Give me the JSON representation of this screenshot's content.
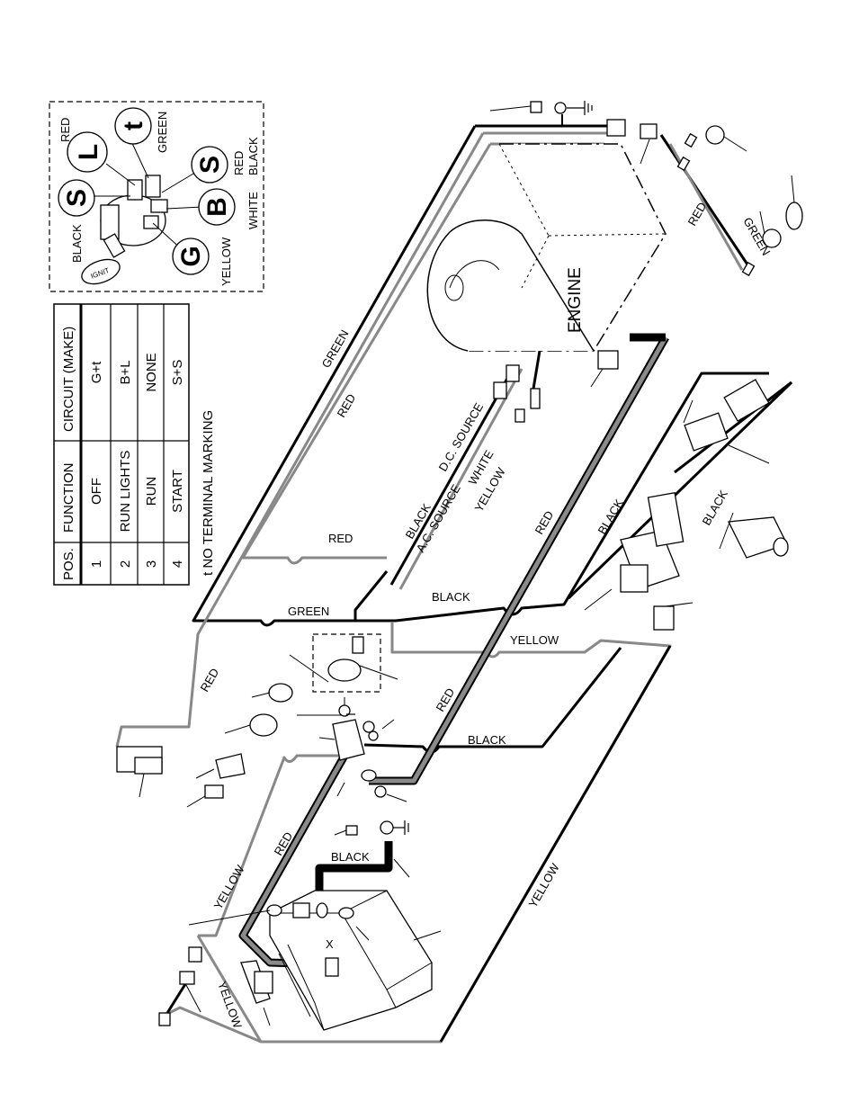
{
  "ignition_switch": {
    "terminals": {
      "L": "L",
      "t": "t",
      "S_top": "S",
      "S_left": "S",
      "B": "B",
      "G": "G"
    },
    "wire_colors": {
      "red": "RED",
      "green": "GREEN",
      "red_black": [
        "RED",
        "BLACK"
      ],
      "black": "BLACK",
      "white": "WHITE",
      "yellow": "YELLOW"
    }
  },
  "function_table": {
    "headers": [
      "POS.",
      "FUNCTION",
      "CIRCUIT  (MAKE)"
    ],
    "rows": [
      {
        "pos": "1",
        "function": "OFF",
        "circuit": "G+t"
      },
      {
        "pos": "2",
        "function": "RUN LIGHTS",
        "circuit": "B+L"
      },
      {
        "pos": "3",
        "function": "RUN",
        "circuit": "NONE"
      },
      {
        "pos": "4",
        "function": "START",
        "circuit": "S+S"
      }
    ],
    "footnote": "t NO TERMINAL MARKING"
  },
  "engine_label": "ENGINE",
  "wire_labels": {
    "green_1": "GREEN",
    "red_1": "RED",
    "dc_source": "D.C. SOURCE",
    "white": "WHITE",
    "black_1": "BLACK",
    "ac_source": "A.C. SOURCE",
    "yellow_1": "YELLOW",
    "red_2": "RED",
    "red_3": "RED",
    "black_2": "BLACK",
    "black_3": "BLACK",
    "green_2": "GREEN",
    "red_4": "RED",
    "yellow_2": "YELLOW",
    "black_4": "BLACK",
    "black_5": "BLACK",
    "red_5": "RED",
    "black_6": "BLACK",
    "red_6": "RED",
    "red_7": "RED",
    "green_3": "GREEN",
    "yellow_3": "YELLOW",
    "yellow_4": "YELLOW",
    "yellow_5": "YELLOW",
    "battery_terminal_x": "X"
  },
  "colors": {
    "line": "#000000",
    "gray_wire": "#888888",
    "background": "#ffffff"
  }
}
